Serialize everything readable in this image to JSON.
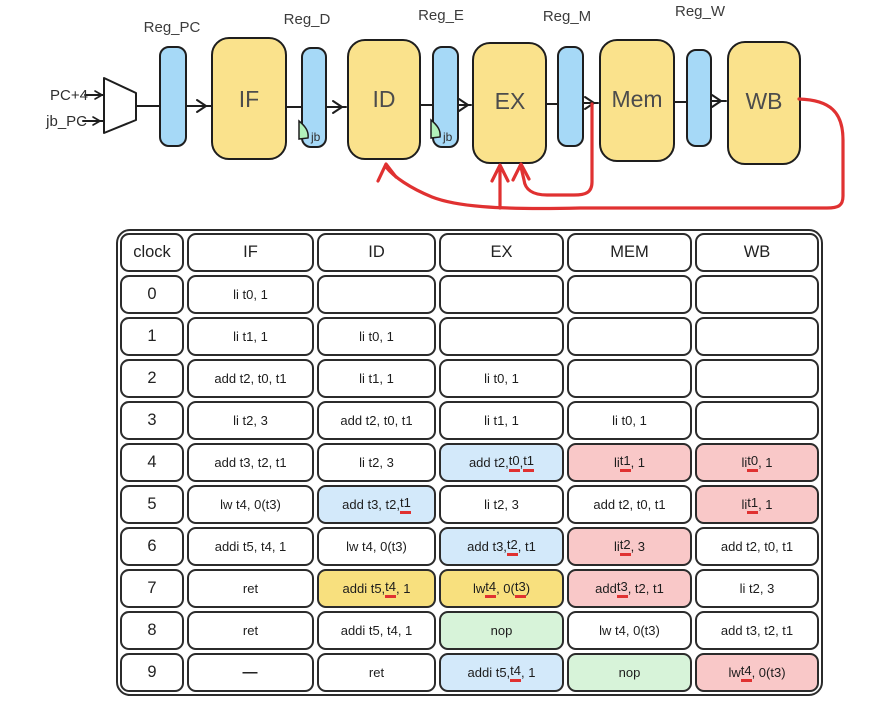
{
  "colors": {
    "ink": "#1e1e1e",
    "stage_fill": "#fae28c",
    "register_fill": "#a6d9f7",
    "flag_fill": "#b2f2bb",
    "red": "#e03131",
    "underline": "#e03131",
    "hl_blue": "#d3e9fa",
    "hl_pink": "#f9c8c8",
    "hl_yellow": "#f8e07e",
    "hl_green": "#d7f3d9"
  },
  "diagram": {
    "inputs": {
      "top": "PC+4",
      "bottom": "jb_PC"
    },
    "registers": {
      "pc": "Reg_PC",
      "d": "Reg_D",
      "e": "Reg_E",
      "m": "Reg_M",
      "w": "Reg_W"
    },
    "stages": {
      "if": "IF",
      "id": "ID",
      "ex": "EX",
      "mem": "Mem",
      "wb": "WB"
    },
    "flag": "jb"
  },
  "table": {
    "headers": [
      "clock",
      "IF",
      "ID",
      "EX",
      "MEM",
      "WB"
    ],
    "rows": [
      {
        "clock": "0",
        "cells": [
          {
            "text": "li t0, 1"
          },
          {},
          {},
          {},
          {}
        ]
      },
      {
        "clock": "1",
        "cells": [
          {
            "text": "li t1, 1"
          },
          {
            "text": "li t0, 1"
          },
          {},
          {},
          {}
        ]
      },
      {
        "clock": "2",
        "cells": [
          {
            "text": "add t2, t0, t1"
          },
          {
            "text": "li t1, 1"
          },
          {
            "text": "li t0, 1"
          },
          {},
          {}
        ]
      },
      {
        "clock": "3",
        "cells": [
          {
            "text": "li t2, 3"
          },
          {
            "text": "add t2, t0, t1"
          },
          {
            "text": "li t1, 1"
          },
          {
            "text": "li t0, 1"
          },
          {}
        ]
      },
      {
        "clock": "4",
        "cells": [
          {
            "text": "add t3, t2, t1"
          },
          {
            "text": "li t2, 3"
          },
          {
            "text": "add t2, t0, t1",
            "hl": "blue",
            "u": [
              "t0",
              "t1"
            ]
          },
          {
            "text": "li t1, 1",
            "hl": "pink",
            "u": [
              "t1"
            ]
          },
          {
            "text": "li t0, 1",
            "hl": "pink",
            "u": [
              "t0"
            ]
          }
        ]
      },
      {
        "clock": "5",
        "cells": [
          {
            "text": "lw t4, 0(t3)"
          },
          {
            "text": "add t3, t2, t1",
            "hl": "blue",
            "u": [
              "t1"
            ]
          },
          {
            "text": "li t2, 3"
          },
          {
            "text": "add t2, t0, t1"
          },
          {
            "text": "li t1, 1",
            "hl": "pink",
            "u": [
              "t1"
            ]
          }
        ]
      },
      {
        "clock": "6",
        "cells": [
          {
            "text": "addi t5, t4, 1"
          },
          {
            "text": "lw t4, 0(t3)"
          },
          {
            "text": "add t3, t2, t1",
            "hl": "blue",
            "u": [
              "t2"
            ]
          },
          {
            "text": "li t2, 3",
            "hl": "pink",
            "u": [
              "t2"
            ]
          },
          {
            "text": "add t2, t0, t1"
          }
        ]
      },
      {
        "clock": "7",
        "cells": [
          {
            "text": "ret"
          },
          {
            "text": "addi t5, t4, 1",
            "hl": "yellow",
            "u": [
              "t4"
            ]
          },
          {
            "text": "lw t4, 0(t3)",
            "hl": "yellow",
            "u": [
              "t4",
              "t3"
            ]
          },
          {
            "text": "add t3, t2, t1",
            "hl": "pink",
            "u": [
              "t3"
            ]
          },
          {
            "text": "li t2, 3"
          }
        ]
      },
      {
        "clock": "8",
        "cells": [
          {
            "text": "ret"
          },
          {
            "text": "addi t5, t4, 1"
          },
          {
            "text": "nop",
            "hl": "green"
          },
          {
            "text": "lw t4, 0(t3)"
          },
          {
            "text": "add t3, t2, t1"
          }
        ]
      },
      {
        "clock": "9",
        "cells": [
          {
            "text": "—",
            "bold": true
          },
          {
            "text": "ret"
          },
          {
            "text": "addi t5, t4, 1",
            "hl": "blue",
            "u": [
              "t4"
            ]
          },
          {
            "text": "nop",
            "hl": "green"
          },
          {
            "text": "lw t4, 0(t3)",
            "hl": "pink",
            "u": [
              "t4"
            ]
          }
        ]
      }
    ]
  }
}
